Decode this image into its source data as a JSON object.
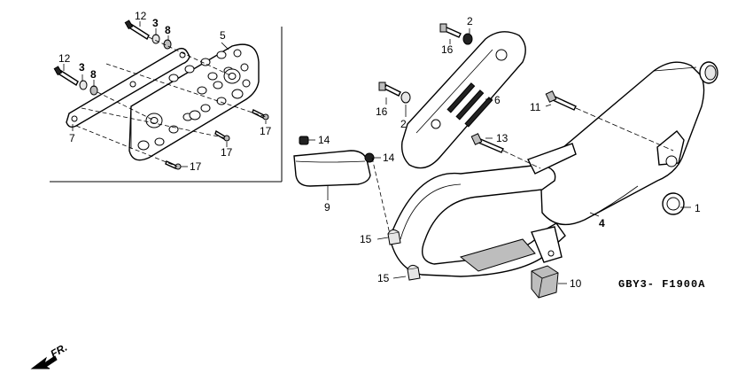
{
  "diagram": {
    "code": "GBY3- F1900A",
    "direction_label": "FR.",
    "part_labels": {
      "p1": "1",
      "p2a": "2",
      "p2b": "2",
      "p3a": "3",
      "p3b": "3",
      "p4": "4",
      "p5": "5",
      "p6": "6",
      "p7": "7",
      "p8a": "8",
      "p8b": "8",
      "p9": "9",
      "p10": "10",
      "p11": "11",
      "p12a": "12",
      "p12b": "12",
      "p13": "13",
      "p14a": "14",
      "p14b": "14",
      "p15a": "15",
      "p15b": "15",
      "p16a": "16",
      "p16b": "16",
      "p17a": "17",
      "p17b": "17",
      "p17c": "17"
    }
  }
}
